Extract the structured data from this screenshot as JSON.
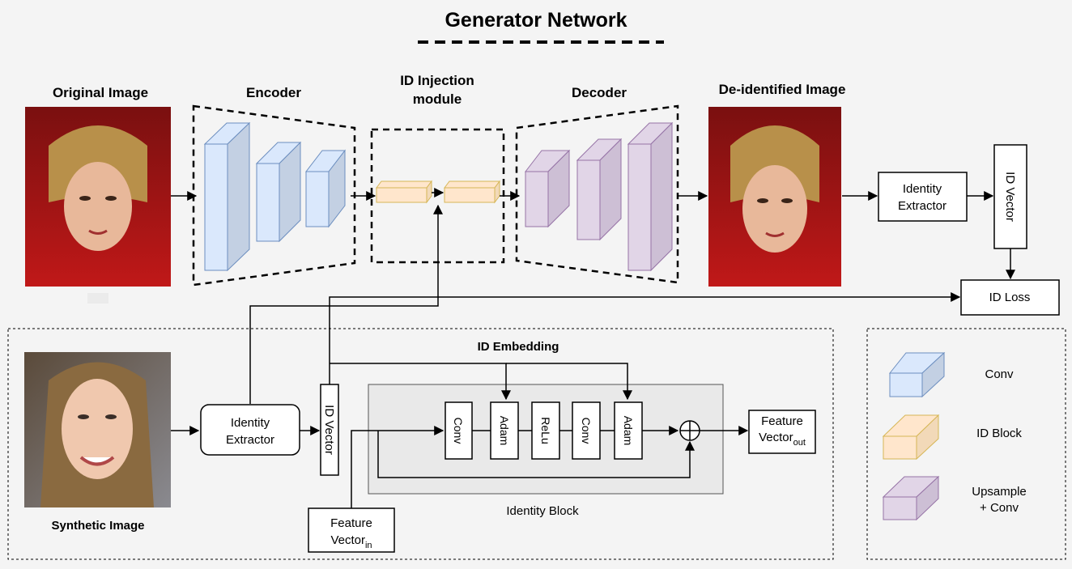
{
  "title": "Generator Network",
  "sections": {
    "original_image": "Original Image",
    "encoder": "Encoder",
    "id_injection_line1": "ID Injection",
    "id_injection_line2": "module",
    "decoder": "Decoder",
    "deidentified_image": "De-identified Image",
    "synthetic_image": "Synthetic Image",
    "id_embedding": "ID Embedding",
    "identity_block": "Identity Block"
  },
  "boxes": {
    "identity_extractor_top_line1": "Identity",
    "identity_extractor_top_line2": "Extractor",
    "id_vector_top": "ID Vector",
    "id_loss": "ID Loss",
    "identity_extractor_bottom_line1": "Identity",
    "identity_extractor_bottom_line2": "Extractor",
    "id_vector_bottom": "ID Vector",
    "feature_vector_in_line1": "Feature",
    "feature_vector_in_line2": "Vector",
    "feature_vector_in_sub": "in",
    "feature_vector_out_line1": "Feature",
    "feature_vector_out_line2": "Vector",
    "feature_vector_out_sub": "out"
  },
  "identity_block_layers": [
    "Conv",
    "Adam",
    "ReLu",
    "Conv",
    "Adam"
  ],
  "legend": {
    "conv": "Conv",
    "id_block": "ID Block",
    "upsample_line1": "Upsample",
    "upsample_line2": "+ Conv"
  },
  "colors": {
    "conv_fill": "#dae8fc",
    "conv_stroke": "#6c8ebf",
    "id_fill": "#ffe6cc",
    "id_stroke": "#d6b656",
    "upsample_fill": "#e1d5e7",
    "upsample_stroke": "#9673a6"
  }
}
